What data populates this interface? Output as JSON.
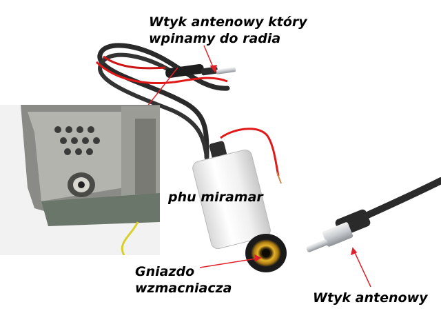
{
  "labels": {
    "plug_to_radio_line1": "Wtyk antenowy który",
    "plug_to_radio_line2": "wpinamy do radia",
    "brand": "phu miramar",
    "amplifier_socket_line1": "Gniazdo",
    "amplifier_socket_line2": "wzmacniacza",
    "antenna_plug": "Wtyk antenowy"
  },
  "colors": {
    "arrow": "#e0202a",
    "cable_black": "#2a2a2a",
    "cable_red": "#e01818",
    "amplifier_body": "#f2f2f2",
    "socket_gold": "#d9a520",
    "plug_silver": "#bfc3c7"
  }
}
